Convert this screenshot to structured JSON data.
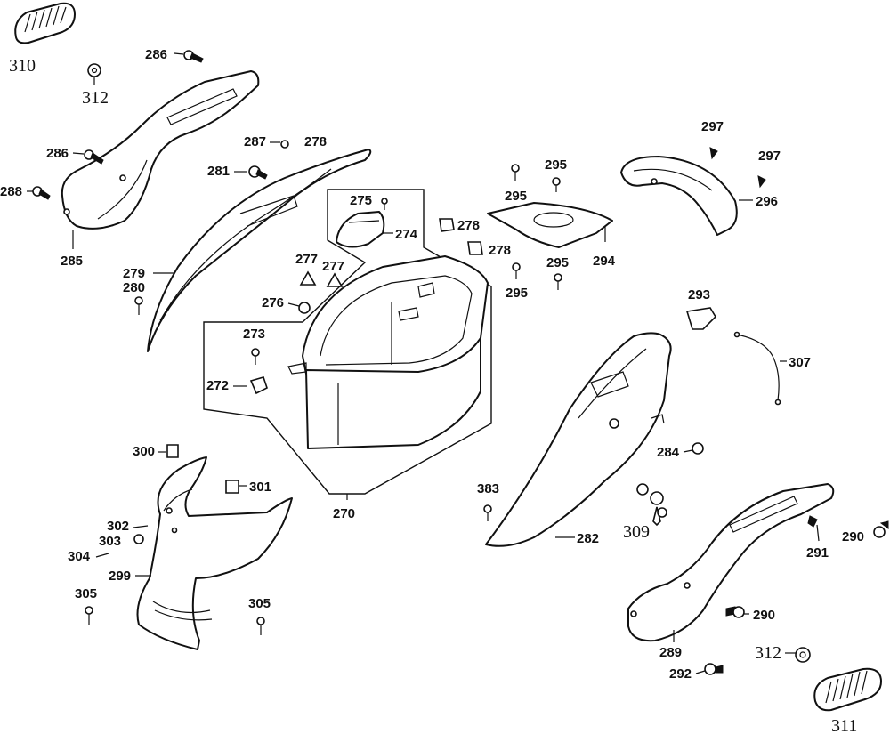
{
  "labels": {
    "p270": "270",
    "p272": "272",
    "p273": "273",
    "p274": "274",
    "p275": "275",
    "p276": "276",
    "p277a": "277",
    "p277b": "277",
    "p278a": "278",
    "p278b": "278",
    "p279": "279",
    "p280": "280",
    "p281": "281",
    "p282": "282",
    "p284": "284",
    "p285": "285",
    "p286a": "286",
    "p286b": "286",
    "p287": "287",
    "p288": "288",
    "p289": "289",
    "p290a": "290",
    "p290b": "290",
    "p291": "291",
    "p292": "292",
    "p293": "293",
    "p294": "294",
    "p295a": "295",
    "p295b": "295",
    "p295c": "295",
    "p295d": "295",
    "p296": "296",
    "p297a": "297",
    "p297b": "297",
    "p299": "299",
    "p300": "300",
    "p301": "301",
    "p302": "302",
    "p303": "303",
    "p304": "304",
    "p305a": "305",
    "p305b": "305",
    "p307": "307",
    "p309": "309",
    "p310": "310",
    "p311": "311",
    "p312a": "312",
    "p312b": "312",
    "p383": "383"
  }
}
